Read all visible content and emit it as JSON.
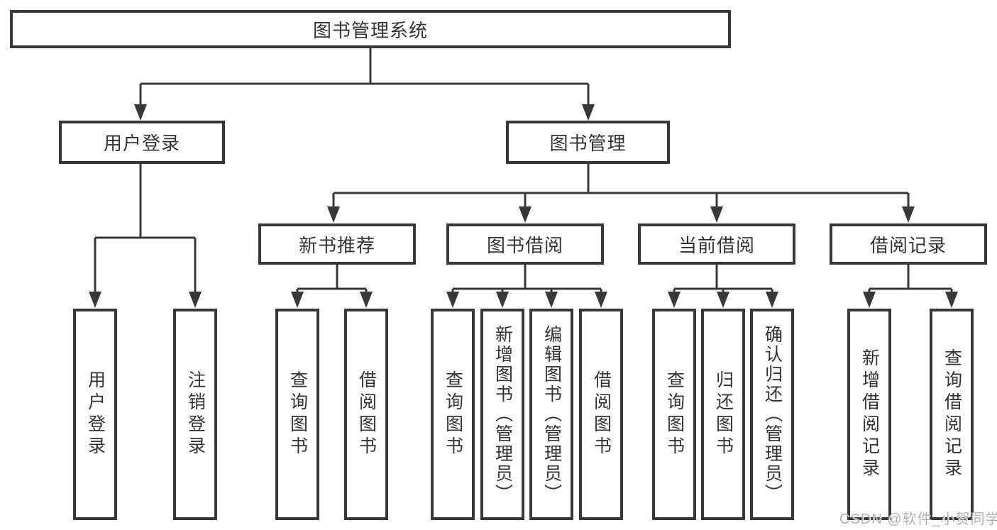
{
  "watermark": "CSDN @软件_小贺同学",
  "colors": {
    "line": "#383838",
    "text": "#333333",
    "watermark": "#b0b0b0",
    "background": "#ffffff"
  },
  "tree": {
    "root": {
      "label": "图书管理系统"
    },
    "branches": [
      {
        "label": "用户登录",
        "children": [
          {
            "label": "用户登录"
          },
          {
            "label": "注销登录"
          }
        ]
      },
      {
        "label": "图书管理",
        "children": [
          {
            "label": "新书推荐",
            "children": [
              {
                "label": "查询图书"
              },
              {
                "label": "借阅图书"
              }
            ]
          },
          {
            "label": "图书借阅",
            "children": [
              {
                "label": "查询图书"
              },
              {
                "label": "新增图书（管理员）"
              },
              {
                "label": "编辑图书（管理员）"
              },
              {
                "label": "借阅图书"
              }
            ]
          },
          {
            "label": "当前借阅",
            "children": [
              {
                "label": "查询图书"
              },
              {
                "label": "归还图书"
              },
              {
                "label": "确认归还（管理员）"
              }
            ]
          },
          {
            "label": "借阅记录",
            "children": [
              {
                "label": "新增借阅记录"
              },
              {
                "label": "查询借阅记录"
              }
            ]
          }
        ]
      }
    ]
  }
}
